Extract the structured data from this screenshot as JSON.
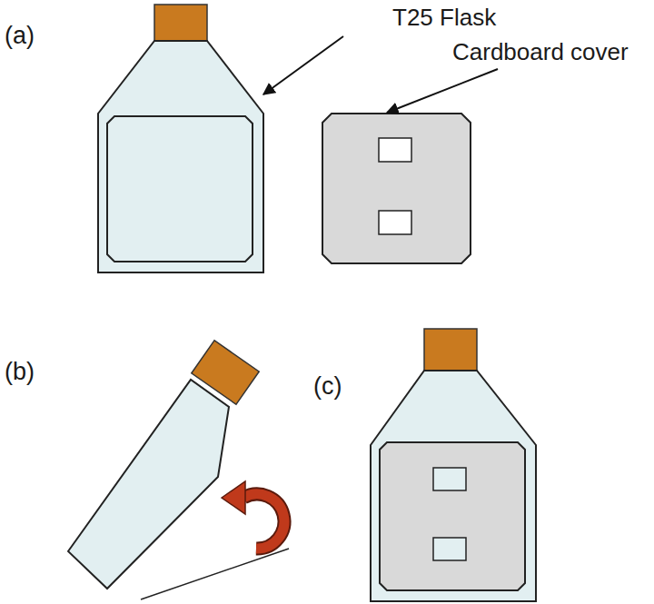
{
  "diagram": {
    "labels": [
      "(a)",
      "T25 Flask",
      "Cardboard cover",
      "(b)",
      "(c)"
    ]
  }
}
